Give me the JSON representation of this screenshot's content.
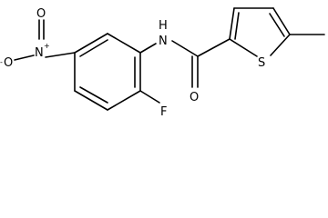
{
  "molecule": {
    "atoms": {
      "nh": "N",
      "nh_h": "H",
      "carbonyl_o": "O",
      "sulfur": "S",
      "fluorine": "F",
      "nitro_n": "N",
      "nitro_n_charge": "+",
      "nitro_o_top": "O",
      "nitro_o_left": "O",
      "nitro_o_left_charge": "-"
    }
  }
}
